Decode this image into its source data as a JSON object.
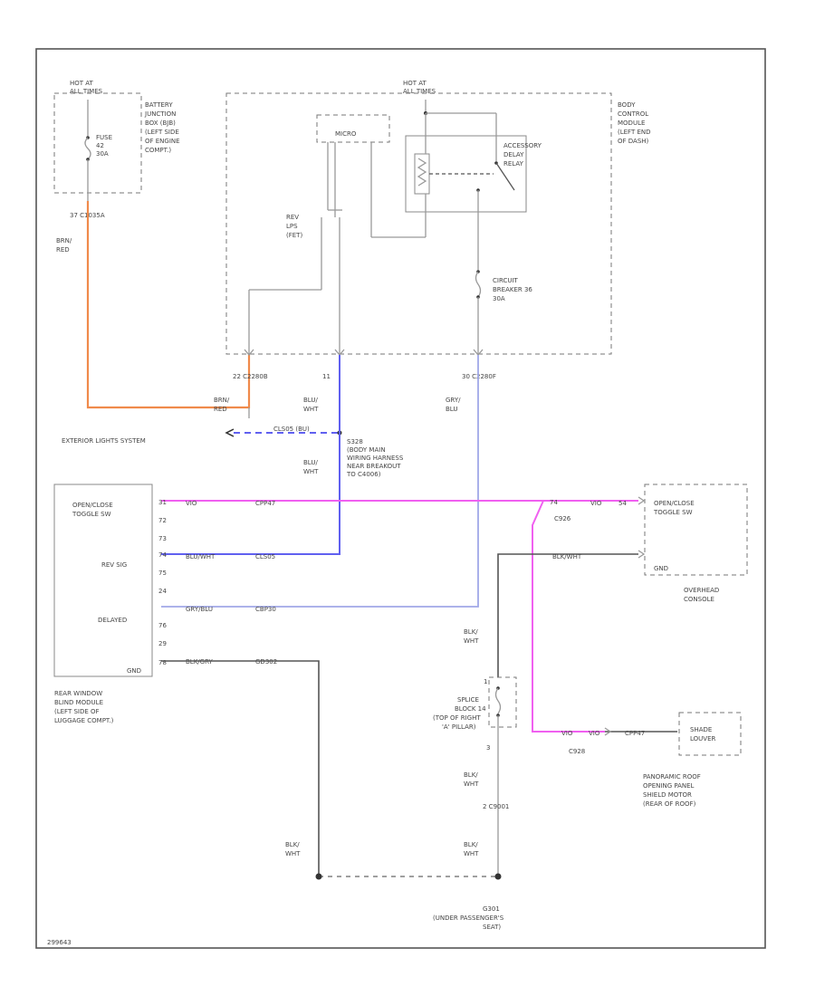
{
  "colors": {
    "brn_red": "#f08a4b",
    "blu_wht": "#6060f0",
    "gry_blu": "#a0a8e8",
    "open_close": "#f060f0",
    "ground": "#555555",
    "gray": "#999999"
  },
  "battery_junction": {
    "hot": [
      "HOT AT",
      "ALL TIMES"
    ],
    "fuse": [
      "FUSE",
      "42",
      "30A"
    ],
    "label": [
      "BATTERY",
      "JUNCTION",
      "BOX (BJB)",
      "(LEFT SIDE",
      "OF ENGINE",
      "COMPT.)"
    ],
    "connector": "37    C1035A",
    "wire_color": [
      "BRN/",
      "RED"
    ]
  },
  "body_control_module": {
    "hot": [
      "HOT AT",
      "ALL TIMES"
    ],
    "micro": "MICRO",
    "relay_label": [
      "ACCESSORY",
      "DELAY",
      "RELAY"
    ],
    "label": [
      "BODY",
      "CONTROL",
      "MODULE",
      "(LEFT END",
      "OF DASH)"
    ],
    "rev_label": [
      "REV",
      "LPS",
      "(FET)"
    ],
    "breaker_label": [
      "CIRCUIT",
      "BREAKER 36",
      "30A"
    ],
    "conn_left": "22    C2280B",
    "conn_mid": "11",
    "conn_right": "30    C2280F"
  },
  "exterior": {
    "wire_color": [
      "BRN/",
      "RED"
    ],
    "blu_wht_1": [
      "BLU/",
      "WHT"
    ],
    "circuit": "CLS05 (BU)",
    "system": "EXTERIOR LIGHTS SYSTEM",
    "splice": [
      "S328",
      "(BODY MAIN",
      "WIRING HARNESS",
      "NEAR BREAKOUT",
      "TO C4006)"
    ],
    "blu_wht_2": [
      "BLU/",
      "WHT"
    ],
    "gry_blu": [
      "GRY/",
      "BLU"
    ]
  },
  "rear_module": {
    "pins": {
      "open_close": [
        "OPEN/CLOSE",
        "TOGGLE SW"
      ],
      "rev_sig": "REV SIG",
      "delayed": "DELAYED",
      "gnd": "GND"
    },
    "pin_numbers": [
      "31",
      "72",
      "73",
      "74",
      "75",
      "24",
      "76",
      "29",
      "78"
    ],
    "label": [
      "REAR WINDOW",
      "BLIND MODULE",
      "(LEFT SIDE OF",
      "LUGGAGE COMPT.)"
    ]
  },
  "wires": {
    "open_close": [
      "VIO",
      "CPP47"
    ],
    "rev": [
      "BLU/WHT",
      "CLS05"
    ],
    "delayed": [
      "GRY/BLU",
      "CBP30"
    ],
    "ground": [
      "BLK/GRY",
      "GD302"
    ],
    "overhead_gnd": "BLK/WHT",
    "overhead_vio": "VIO",
    "shade_vio": [
      "VIO",
      "VIO",
      "CPP47"
    ],
    "pin_54": "54",
    "pin_74": "74"
  },
  "overhead": {
    "open_close": [
      "OPEN/CLOSE",
      "TOGGLE SW"
    ],
    "gnd": "GND",
    "label": [
      "OVERHEAD",
      "CONSOLE"
    ],
    "c926": "C926"
  },
  "splice_block": {
    "wire_color_top": [
      "BLK/",
      "WHT"
    ],
    "label": [
      "SPLICE",
      "BLOCK 14",
      "(TOP OF RIGHT",
      "'A' PILLAR)"
    ],
    "pin_top": "1",
    "pin_bottom": "3",
    "wire_color_bot": [
      "BLK/",
      "WHT"
    ],
    "connector": "2    C9001",
    "wire_color_gnd": [
      "BLK/",
      "WHT"
    ]
  },
  "shade": {
    "connector": "C928",
    "label": [
      "SHADE",
      "LOUVER"
    ],
    "panel": [
      "PANORAMIC ROOF",
      "OPENING PANEL",
      "SHIELD MOTOR",
      "(REAR OF ROOF)"
    ]
  },
  "ground_point": {
    "wire_left": [
      "BLK/",
      "WHT"
    ],
    "label": [
      "G301",
      "(UNDER PASSENGER'S",
      "SEAT)"
    ]
  },
  "footer_id": "299643"
}
